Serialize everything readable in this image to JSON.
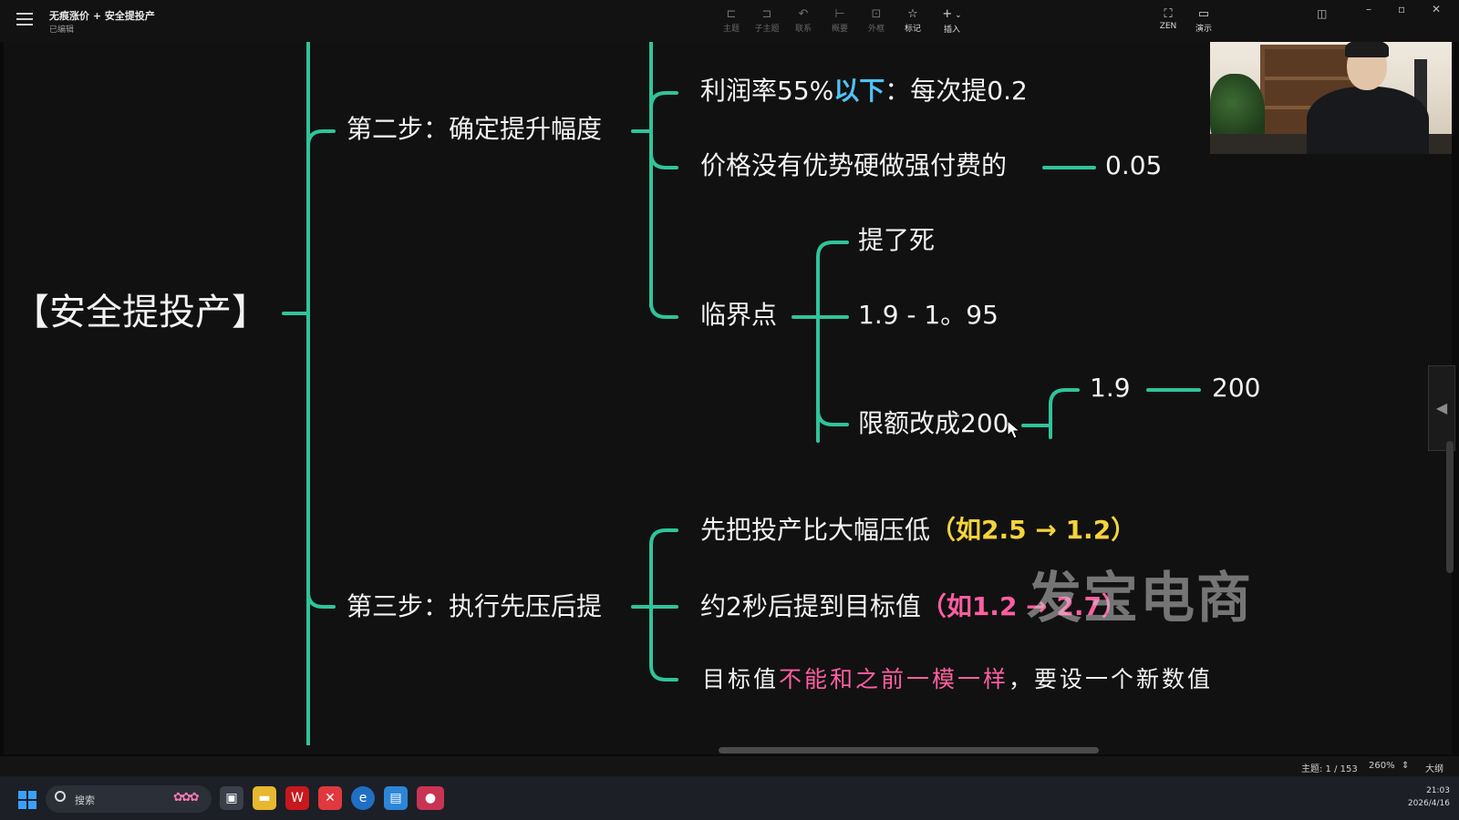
{
  "app": {
    "title": "无痕涨价 + 安全提投产",
    "status": "已编辑"
  },
  "toolbar": {
    "buttons": [
      {
        "icon": "topic-icon",
        "glyph": "⊏",
        "label": "主题",
        "active": false
      },
      {
        "icon": "subtopic-icon",
        "glyph": "⊐",
        "label": "子主题",
        "active": false
      },
      {
        "icon": "relation-icon",
        "glyph": "↶",
        "label": "联系",
        "active": false
      },
      {
        "icon": "summary-icon",
        "glyph": "⊢",
        "label": "概要",
        "active": false
      },
      {
        "icon": "boundary-icon",
        "glyph": "⊡",
        "label": "外框",
        "active": false
      },
      {
        "icon": "marker-icon",
        "glyph": "☆",
        "label": "标记",
        "active": true
      },
      {
        "icon": "insert-icon",
        "glyph": "+",
        "label": "插入",
        "active": true
      }
    ],
    "zen_label": "ZEN",
    "present_label": "演示"
  },
  "mindmap": {
    "root": "【安全提投产】",
    "step2": {
      "label": "第二步：确定提升幅度",
      "children": {
        "profit_prefix": "利润率55%",
        "profit_highlight": "以下",
        "profit_suffix": "：每次提0.2",
        "price": "价格没有优势硬做强付费的",
        "price_value": "0.05",
        "critical": "临界点",
        "critical_children": {
          "die": "提了死",
          "range": "1.9 - 1。95",
          "limit": "限额改成200",
          "limit_value": "1.9",
          "limit_value_child": "200"
        }
      }
    },
    "step3": {
      "label": "第三步：执行先压后提",
      "children": {
        "lower_prefix": "先把投产比大幅压低",
        "lower_example": "（如2.5 → 1.2）",
        "raise_prefix": "约2秒后提到目标值",
        "raise_example": "（如1.2 → 2.7）",
        "target_prefix": "目标值",
        "target_highlight": "不能和之前一模一样",
        "target_suffix": "，要设一个新数值"
      }
    }
  },
  "watermark": "发宝电商",
  "statusbar": {
    "topic_count": "主题: 1 / 153",
    "zoom": "260%",
    "outline": "大纲"
  },
  "taskbar": {
    "search_placeholder": "搜索",
    "apps": [
      "task-view-icon",
      "file-explorer-icon",
      "wps-icon",
      "xmind-icon",
      "edge-icon",
      "remote-desktop-icon",
      "wechat-icon"
    ]
  },
  "clock": {
    "time": "21:03",
    "date": "2026/4/16"
  },
  "colors": {
    "branch": "#2fc49a",
    "highlight_blue": "#4fc3f7",
    "highlight_yellow": "#f5d33b",
    "highlight_pink": "#ff5fa2",
    "canvas_bg": "#111111"
  }
}
